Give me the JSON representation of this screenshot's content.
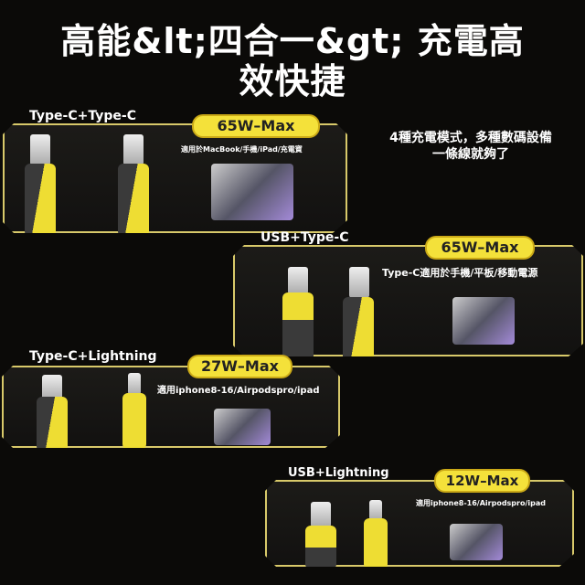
{
  "title": {
    "line1": "高能&lt;四合一&gt; 充電高",
    "line2": "效快捷"
  },
  "side_text": {
    "line1": "4種充電模式，多種數碼設備",
    "line2": "一條線就夠了"
  },
  "panels": [
    {
      "label": "Type-C+Type-C",
      "power": "65W–Max",
      "desc": "適用於MacBook/手機/iPad/充電寶"
    },
    {
      "label": "USB+Type-C",
      "power": "65W–Max",
      "desc": "Type-C適用於手機/平板/移動電源"
    },
    {
      "label": "Type-C+Lightning",
      "power": "27W–Max",
      "desc": "適用iphone8-16/Airpodspro/ipad"
    },
    {
      "label": "USB+Lightning",
      "power": "12W–Max",
      "desc": "適用iphone8-16/Airpodspro/ipad"
    }
  ],
  "colors": {
    "accent": "#f4e13a",
    "border": "#d8c96a",
    "background": "#0b0a08"
  }
}
